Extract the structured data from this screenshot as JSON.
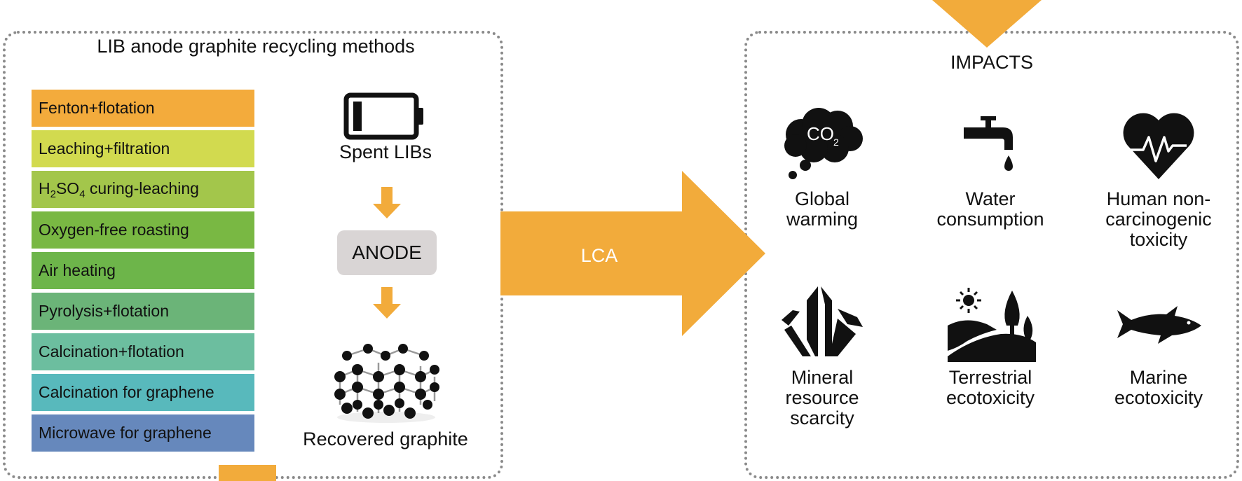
{
  "left_panel": {
    "title": "LIB anode graphite recycling methods",
    "methods": [
      {
        "label_main": "Fenton+flotation",
        "color": "#f3ab3c"
      },
      {
        "label_main": "Leaching+filtration",
        "color": "#d2da4f"
      },
      {
        "label_pre": "H",
        "sub1": "2",
        "label_mid": "SO",
        "sub2": "4",
        "label_post": " curing-leaching",
        "color": "#a3c64b"
      },
      {
        "label_main": "Oxygen-free roasting",
        "color": "#79b843"
      },
      {
        "label_main": "Air heating",
        "color": "#6db54a"
      },
      {
        "label_main": "Pyrolysis+flotation",
        "color": "#6bb478"
      },
      {
        "label_main": "Calcination+flotation",
        "color": "#6cbe9f"
      },
      {
        "label_main": "Calcination for graphene",
        "color": "#58b9bc"
      },
      {
        "label_main": "Microwave for graphene",
        "color": "#6688bc"
      }
    ],
    "flow": {
      "spent": "Spent LIBs",
      "anode": "ANODE",
      "recovered": "Recovered graphite"
    }
  },
  "connector": {
    "label": "LCA",
    "color": "#f2ab3b"
  },
  "right_panel": {
    "title": "IMPACTS",
    "impacts": [
      {
        "icon": "co2-cloud-icon",
        "co2_text": "CO",
        "co2_sub": "2",
        "line1": "Global",
        "line2": "warming",
        "line3": ""
      },
      {
        "icon": "faucet-icon",
        "line1": "Water",
        "line2": "consumption",
        "line3": ""
      },
      {
        "icon": "heartbeat-icon",
        "line1": "Human non-",
        "line2": "carcinogenic",
        "line3": "toxicity"
      },
      {
        "icon": "crystal-icon",
        "line1": "Mineral",
        "line2": "resource",
        "line3": "scarcity"
      },
      {
        "icon": "landscape-icon",
        "line1": "Terrestrial",
        "line2": "ecotoxicity",
        "line3": ""
      },
      {
        "icon": "fish-icon",
        "line1": "Marine",
        "line2": "ecotoxicity",
        "line3": ""
      }
    ]
  }
}
